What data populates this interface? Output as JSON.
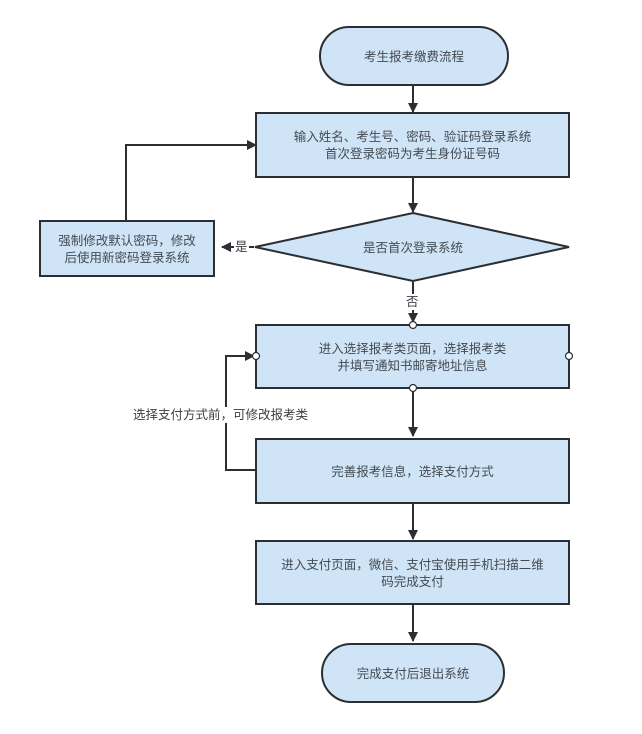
{
  "diagram": {
    "nodes": {
      "start": {
        "label": "考生报考缴费流程",
        "shape": "terminator"
      },
      "login": {
        "label": "输入姓名、考生号、密码、验证码登录系统\n首次登录密码为考生身份证号码",
        "shape": "process"
      },
      "decision": {
        "label": "是否首次登录系统",
        "shape": "decision"
      },
      "change_pwd": {
        "label": "强制修改默认密码，修改\n后使用新密码登录系统",
        "shape": "process"
      },
      "select_category": {
        "label": "进入选择报考类页面，选择报考类\n并填写通知书邮寄地址信息",
        "shape": "process"
      },
      "complete_info": {
        "label": "完善报考信息，选择支付方式",
        "shape": "process"
      },
      "payment": {
        "label": "进入支付页面，微信、支付宝使用手机扫描二维\n码完成支付",
        "shape": "process"
      },
      "end": {
        "label": "完成支付后退出系统",
        "shape": "terminator"
      }
    },
    "edges": {
      "yes_label": "是",
      "no_label": "否",
      "loop_label": "选择支付方式前，可修改报考类"
    },
    "colors": {
      "node_fill": "#cfe4f7",
      "stroke": "#2b2f33",
      "text": "#444a52"
    }
  }
}
